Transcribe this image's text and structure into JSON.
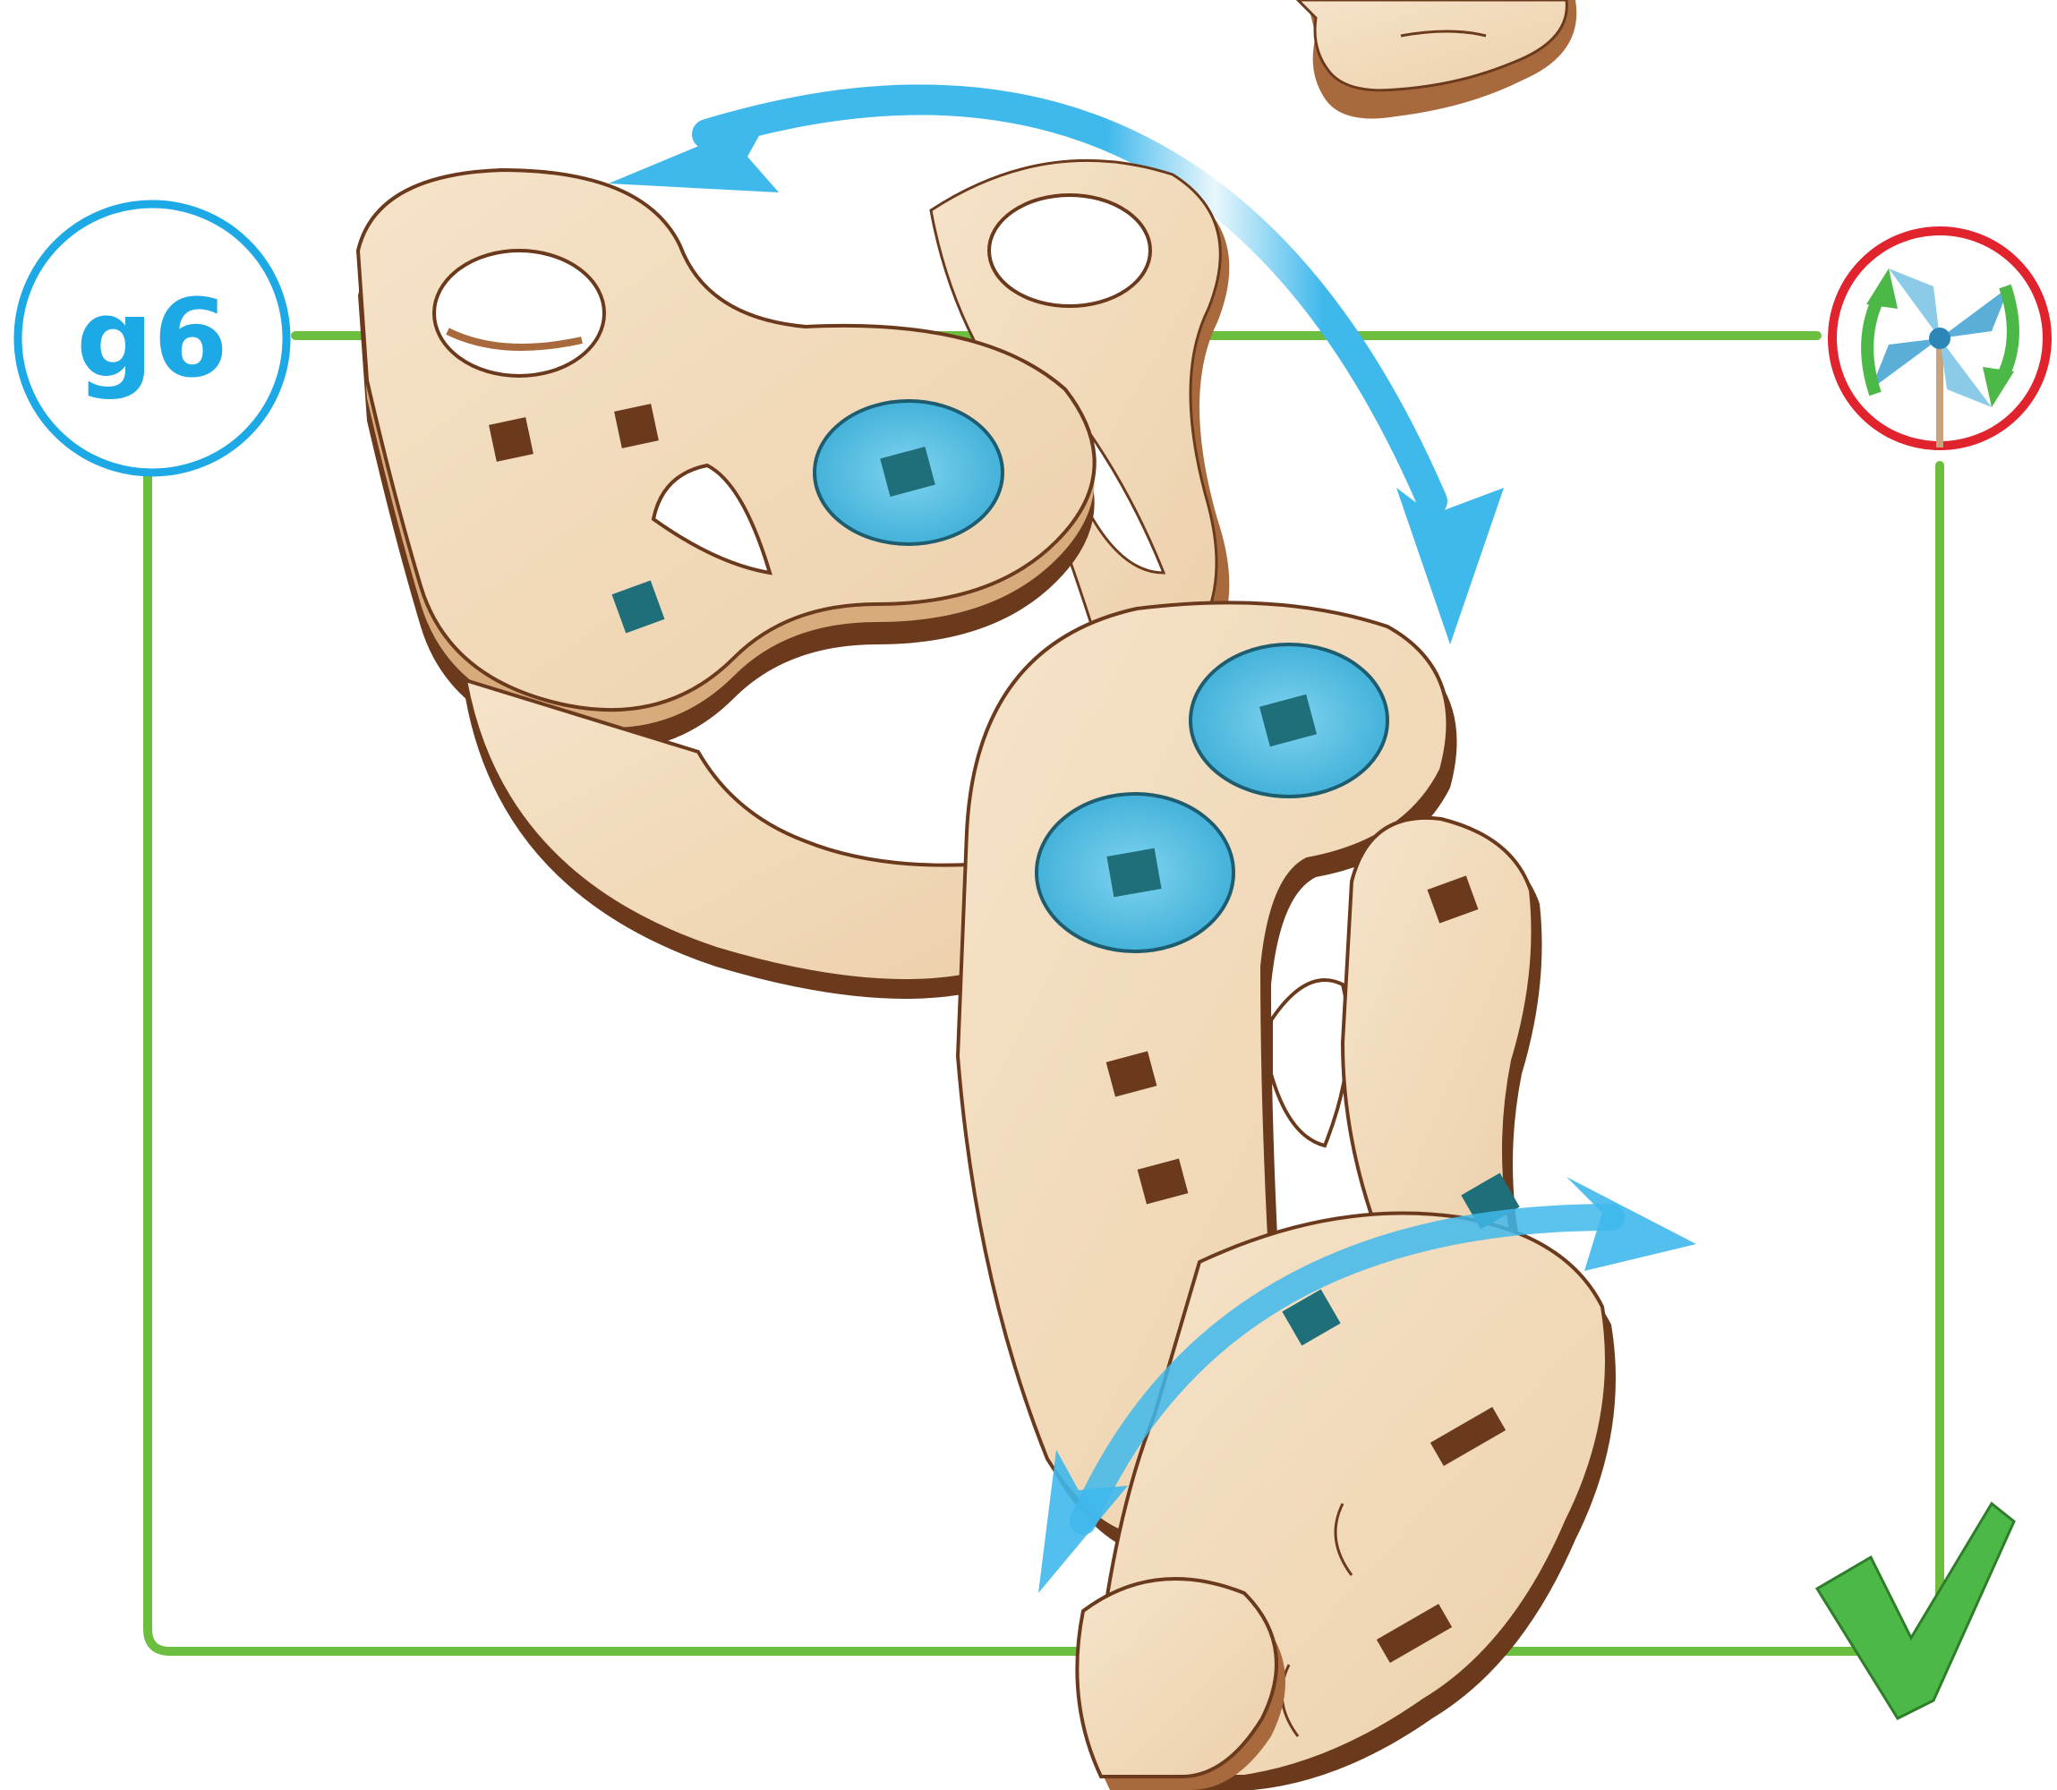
{
  "step": {
    "label": "g6"
  },
  "colors": {
    "frame_green": "#6cbf3e",
    "step_blue": "#1da9e6",
    "arrow_blue": "#3fb8ec",
    "badge_red": "#e0232c",
    "check_green": "#4cb847",
    "wood_light": "#f3dcc0",
    "wood_mid": "#e8c79f",
    "wood_dark": "#6b3a1c",
    "wood_edge": "#a86a3c",
    "axle_blue": "#5cc3e6",
    "peg_teal": "#1f6f7a"
  },
  "icons": {
    "step_badge": "step-number-circle",
    "rotate_badge": "pinwheel-rotate-icon",
    "check": "checkmark-icon",
    "motion_arrows": [
      "curved-double-arrow-large",
      "curved-double-arrow-small"
    ]
  }
}
